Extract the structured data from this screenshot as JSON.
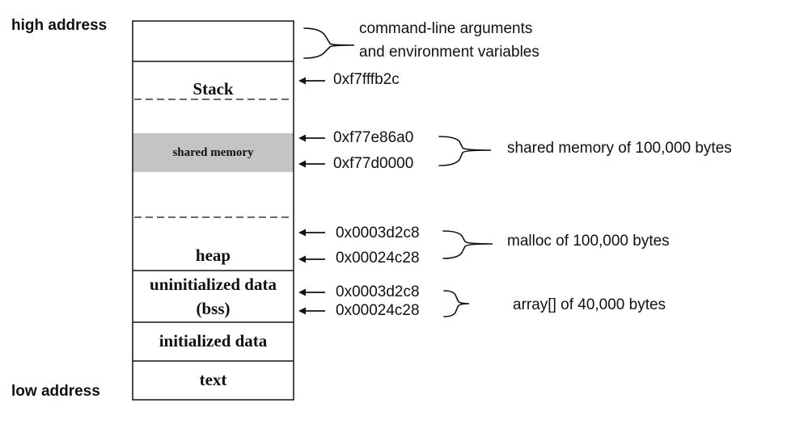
{
  "labels": {
    "high_address": "high address",
    "low_address": "low address"
  },
  "segments": {
    "stack": "Stack",
    "shared_memory": "shared memory",
    "heap": "heap",
    "bss_line1": "uninitialized data",
    "bss_line2": "(bss)",
    "initialized_data": "initialized data",
    "text": "text"
  },
  "addresses": {
    "stack_top": "0xf7fffb2c",
    "shm_high": "0xf77e86a0",
    "shm_low": "0xf77d0000",
    "heap_high": "0x0003d2c8",
    "heap_low": "0x00024c28",
    "bss_high": "0x0003d2c8",
    "bss_low": "0x00024c28"
  },
  "annotations": {
    "args_line1": "command-line arguments",
    "args_line2": "and environment variables",
    "shared_memory_note": "shared memory of 100,000 bytes",
    "malloc_note": "malloc of 100,000 bytes",
    "array_note": "array[] of 40,000 bytes"
  },
  "colors": {
    "shared_memory_fill": "#c4c4c4",
    "line": "#111111"
  }
}
